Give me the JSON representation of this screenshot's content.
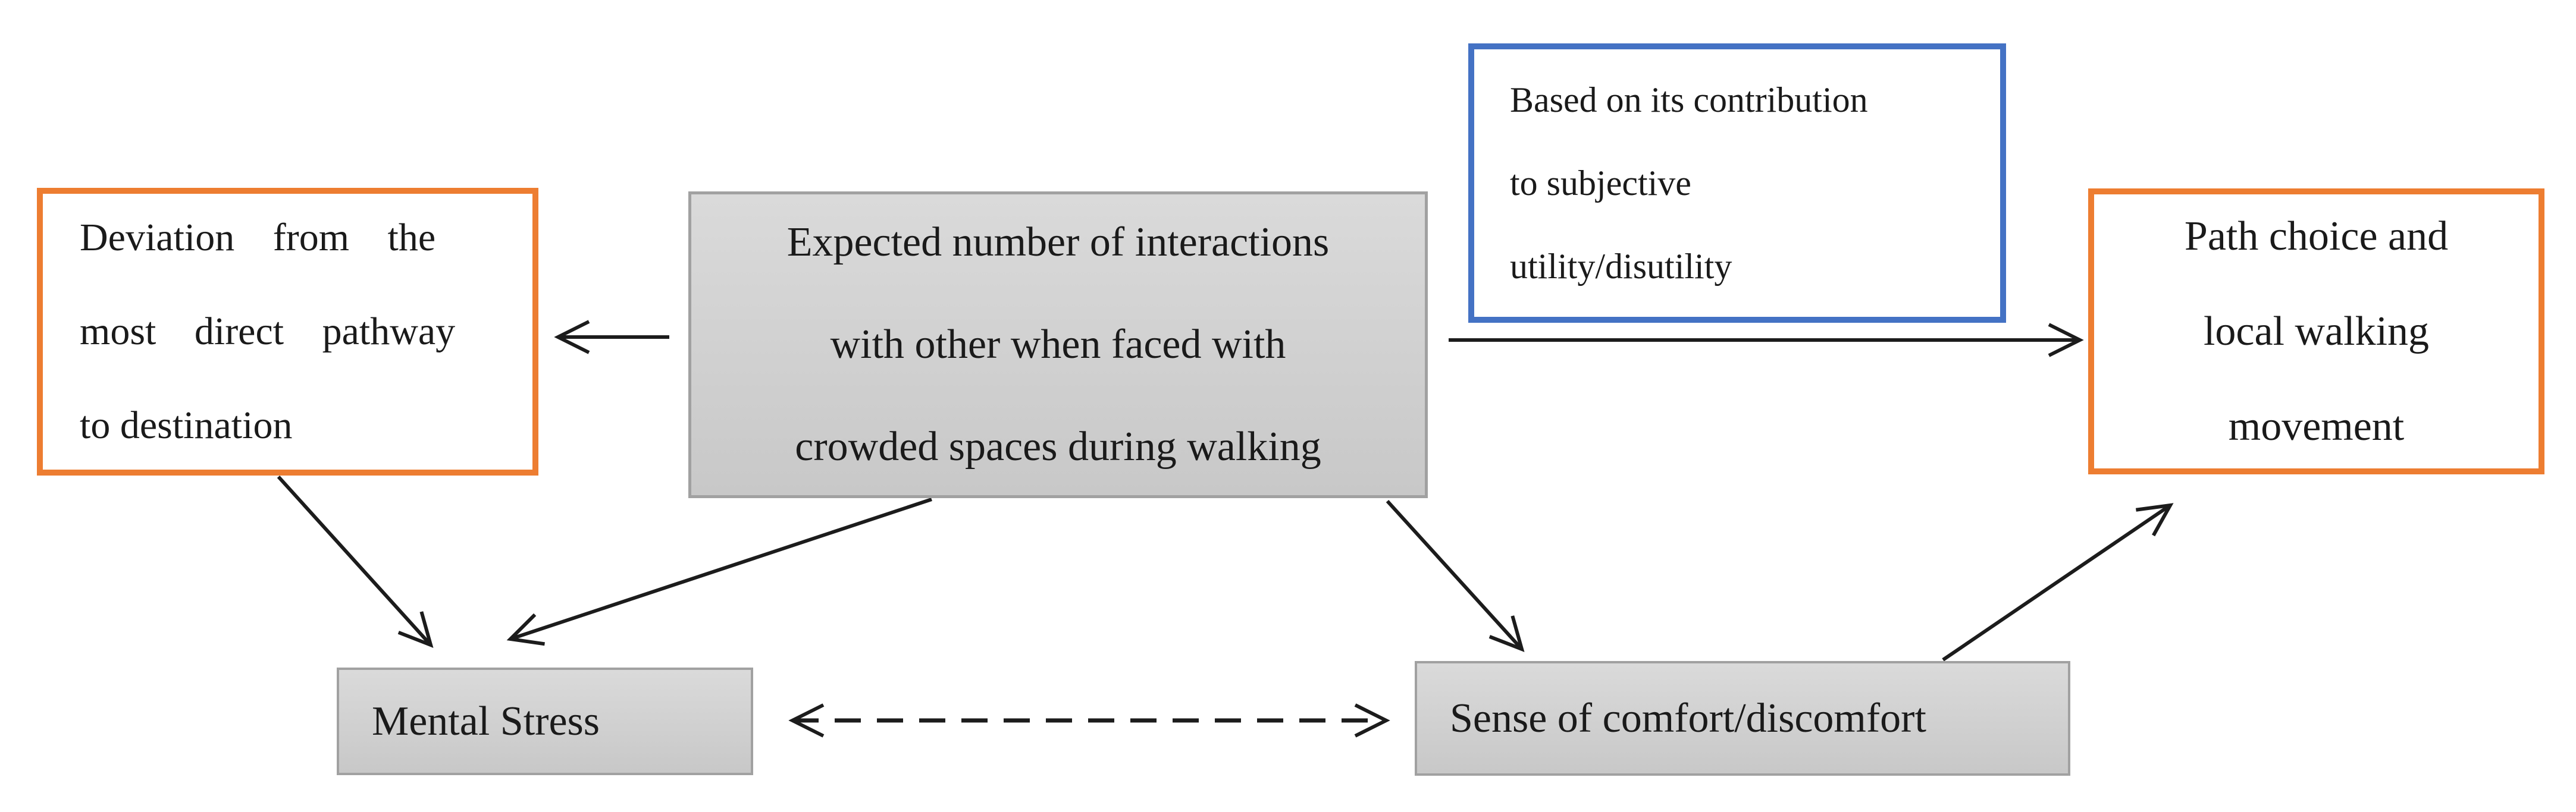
{
  "diagram": {
    "boxes": {
      "deviation": {
        "style": "orange-outline",
        "lines": [
          "Deviation from the",
          "most direct pathway",
          "to destination"
        ]
      },
      "expected": {
        "style": "gray-fill",
        "lines": [
          "Expected number of interactions",
          "with other when faced with",
          "crowded spaces during walking"
        ]
      },
      "utility_note": {
        "style": "blue-outline",
        "lines": [
          "Based on its contribution",
          "to subjective",
          "utility/disutility"
        ]
      },
      "path_choice": {
        "style": "orange-outline",
        "lines": [
          "Path choice and",
          "local walking",
          "movement"
        ]
      },
      "mental_stress": {
        "style": "gray-fill",
        "label": "Mental Stress"
      },
      "comfort": {
        "style": "gray-fill",
        "label": "Sense of comfort/discomfort"
      }
    },
    "edges": [
      {
        "from": "expected",
        "to": "deviation",
        "style": "solid",
        "bidirectional": false
      },
      {
        "from": "expected",
        "to": "path_choice",
        "style": "solid",
        "bidirectional": false,
        "annotated_by": "utility_note"
      },
      {
        "from": "deviation",
        "to": "mental_stress",
        "style": "solid",
        "bidirectional": false
      },
      {
        "from": "expected",
        "to": "mental_stress",
        "style": "solid",
        "bidirectional": false
      },
      {
        "from": "expected",
        "to": "comfort",
        "style": "solid",
        "bidirectional": false
      },
      {
        "from": "comfort",
        "to": "path_choice",
        "style": "solid",
        "bidirectional": false
      },
      {
        "from": "mental_stress",
        "to": "comfort",
        "style": "dashed",
        "bidirectional": true
      }
    ],
    "colors": {
      "orange_outline": "#ED7D31",
      "blue_outline": "#4472C4",
      "gray_box_fill": "#D2D2D2",
      "gray_box_border": "#A1A1A1",
      "arrow": "#1C1C1C",
      "background": "#FFFFFF",
      "text": "#1A1A1A"
    }
  }
}
